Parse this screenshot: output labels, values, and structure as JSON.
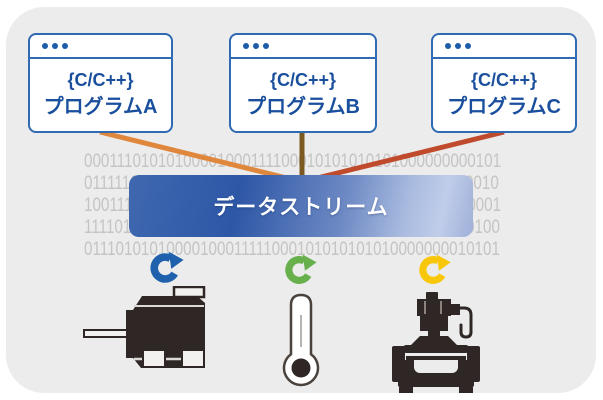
{
  "colors": {
    "panel_bg": "#ececec",
    "window_border": "#2f6ab2",
    "window_text": "#1a4f9e",
    "binary_text": "#c5c4c3",
    "device": "#2f2725"
  },
  "programs": [
    {
      "language": "{C/C++}",
      "name": "プログラムA",
      "connection_color": "#e0873e"
    },
    {
      "language": "{C/C++}",
      "name": "プログラムB",
      "connection_color": "#7b5a21"
    },
    {
      "language": "{C/C++}",
      "name": "プログラムC",
      "connection_color": "#c04a2c"
    }
  ],
  "stream": {
    "label": "データストリーム"
  },
  "binary": {
    "rows": [
      "00011101010100001000111100010101010101000000000101",
      "01111101010100001000111100010101010100000000000010",
      "10011101010100001000111100010101010101000000000001",
      "11110101010000100011110001010101010100000000000100",
      "01110101010000100011111000101010101010000000010101"
    ]
  },
  "devices": [
    {
      "name": "motor",
      "sync_color": "#2061ae"
    },
    {
      "name": "thermometer",
      "sync_color": "#68b04c"
    },
    {
      "name": "valve",
      "sync_color": "#f8c70a"
    }
  ]
}
